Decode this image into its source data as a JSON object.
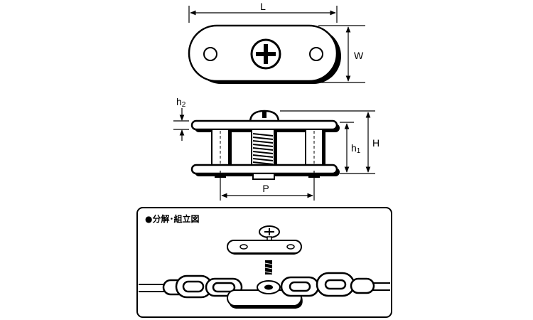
{
  "dimensions": {
    "length": "L",
    "width": "W",
    "height": "H",
    "plate_thickness": "h",
    "plate_thickness_sub": "2",
    "inner_height": "h",
    "inner_height_sub": "1",
    "pitch": "P"
  },
  "inset": {
    "title": "●分解･組立図"
  }
}
